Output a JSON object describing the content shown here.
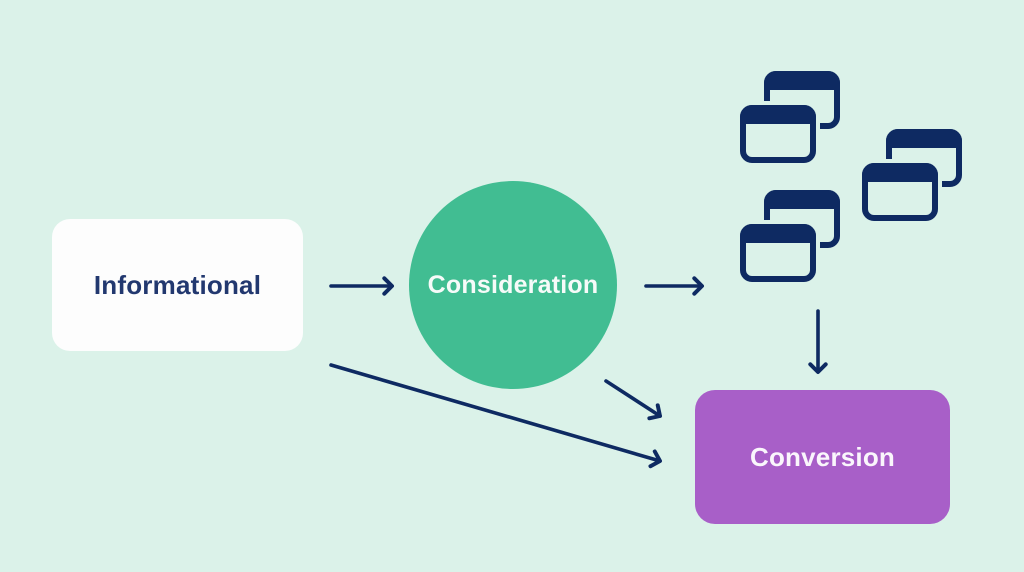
{
  "diagram": {
    "name": "marketing-funnel-flow",
    "nodes": {
      "informational": {
        "label": "Informational",
        "shape": "rounded-rectangle",
        "fill": "#fdfdfd",
        "text_color": "#22386f"
      },
      "consideration": {
        "label": "Consideration",
        "shape": "circle",
        "fill": "#41bd92",
        "text_color": "#f6fbf9"
      },
      "conversion": {
        "label": "Conversion",
        "shape": "rounded-rectangle",
        "fill": "#a85fc8",
        "text_color": "#faf6fc"
      }
    },
    "icons": {
      "type": "browser-windows-pair-icon",
      "count": 3,
      "color": "#0e2a62"
    },
    "edges": [
      {
        "from": "informational",
        "to": "consideration",
        "style": "straight-arrow"
      },
      {
        "from": "consideration",
        "to": "browser-windows",
        "style": "straight-arrow"
      },
      {
        "from": "browser-windows",
        "to": "conversion",
        "style": "down-arrow"
      },
      {
        "from": "consideration",
        "to": "conversion",
        "style": "diagonal-arrow"
      },
      {
        "from": "informational",
        "to": "conversion",
        "style": "long-diagonal-arrow"
      }
    ],
    "colors": {
      "background": "#dbf2e9",
      "arrow_navy": "#0e2a62",
      "green": "#41bd92",
      "purple": "#a85fc8",
      "card_white": "#fdfdfd"
    }
  }
}
